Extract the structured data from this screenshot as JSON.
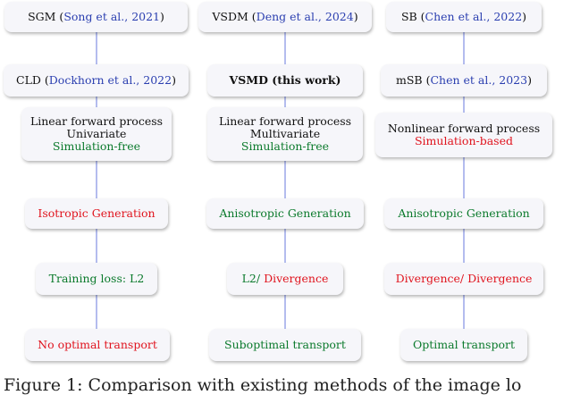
{
  "columns": [
    {
      "method": "SGM",
      "method_cite": "Song et al., 2021",
      "variant": "CLD",
      "variant_cite": "Dockhorn et al., 2022",
      "process": [
        "Linear forward process",
        "Univariate"
      ],
      "simulation": "Simulation-free",
      "generation": "Isotropic Generation",
      "loss": "Training loss: L2",
      "loss_part2": "",
      "transport": "No optimal transport"
    },
    {
      "method": "VSDM",
      "method_cite": "Deng et al., 2024",
      "variant": "VSMD (this work)",
      "variant_cite": "",
      "process": [
        "Linear forward process",
        "Multivariate"
      ],
      "simulation": "Simulation-free",
      "generation": "Anisotropic Generation",
      "loss": "L2/",
      "loss_part2": "Divergence",
      "transport": "Suboptimal transport"
    },
    {
      "method": "SB",
      "method_cite": "Chen et al., 2022",
      "variant": "mSB",
      "variant_cite": "Chen et al., 2023",
      "process": [
        "Nonlinear forward process"
      ],
      "simulation": "Simulation-based",
      "generation": "Anisotropic Generation",
      "loss": "Divergence/",
      "loss_part2": "Divergence",
      "transport": "Optimal transport"
    }
  ],
  "caption": "Figure 1: Comparison with existing methods of the image lo",
  "colors": {
    "citation": "#2b3fb0",
    "positive": "#0b7a2c",
    "negative": "#e0141e",
    "connector": "#9aa6e8",
    "box_fill": "#f6f6fa"
  }
}
